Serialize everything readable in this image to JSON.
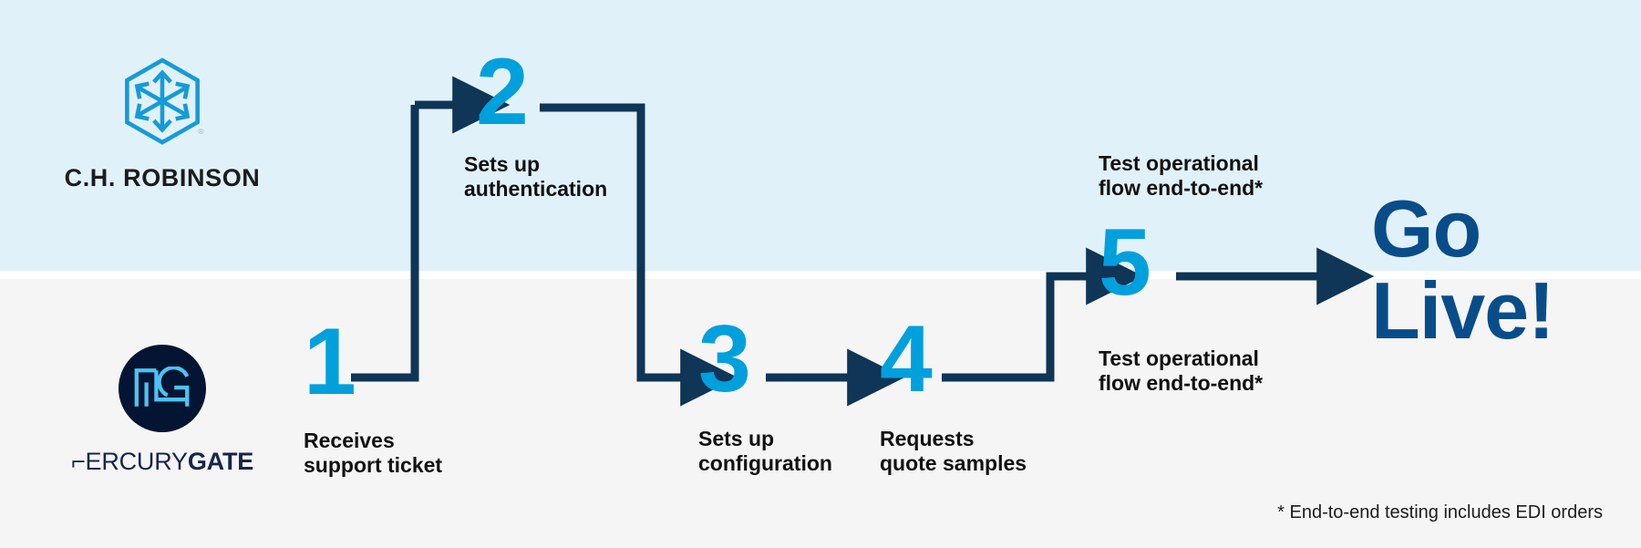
{
  "theme": {
    "band_top_color": "#e1f1fa",
    "band_bottom_color": "#f5f5f5",
    "accent_blue": "#00a0dd",
    "arrow_navy": "#0f3557",
    "golive_navy": "#084d8a",
    "mg_circle_navy": "#041433",
    "label_black": "#111111"
  },
  "lanes": {
    "top": {
      "name": "chr-lane",
      "logo": {
        "icon": "chr-cube-hexagon-logo",
        "wordmark": "C.H. ROBINSON",
        "registered_mark": "®"
      }
    },
    "bottom": {
      "name": "mercurygate-lane",
      "logo": {
        "icon": "mercurygate-mg-monogram",
        "wordmark_light": "⌐ERCURY",
        "wordmark_bold": "GATE"
      }
    }
  },
  "steps": [
    {
      "number": "1",
      "label": "Receives\nsupport ticket",
      "lane": "bottom"
    },
    {
      "number": "2",
      "label": "Sets up\nauthentication",
      "lane": "top"
    },
    {
      "number": "3",
      "label": "Sets up\nconfiguration",
      "lane": "bottom"
    },
    {
      "number": "4",
      "label": "Requests\nquote samples",
      "lane": "bottom"
    },
    {
      "number": "5",
      "label_top": "Test operational\nflow end-to-end*",
      "label_bottom": "Test operational\nflow end-to-end*",
      "lane": "both"
    }
  ],
  "finish": {
    "line1": "Go",
    "line2": "Live!"
  },
  "footnote": "* End-to-end testing includes EDI orders"
}
